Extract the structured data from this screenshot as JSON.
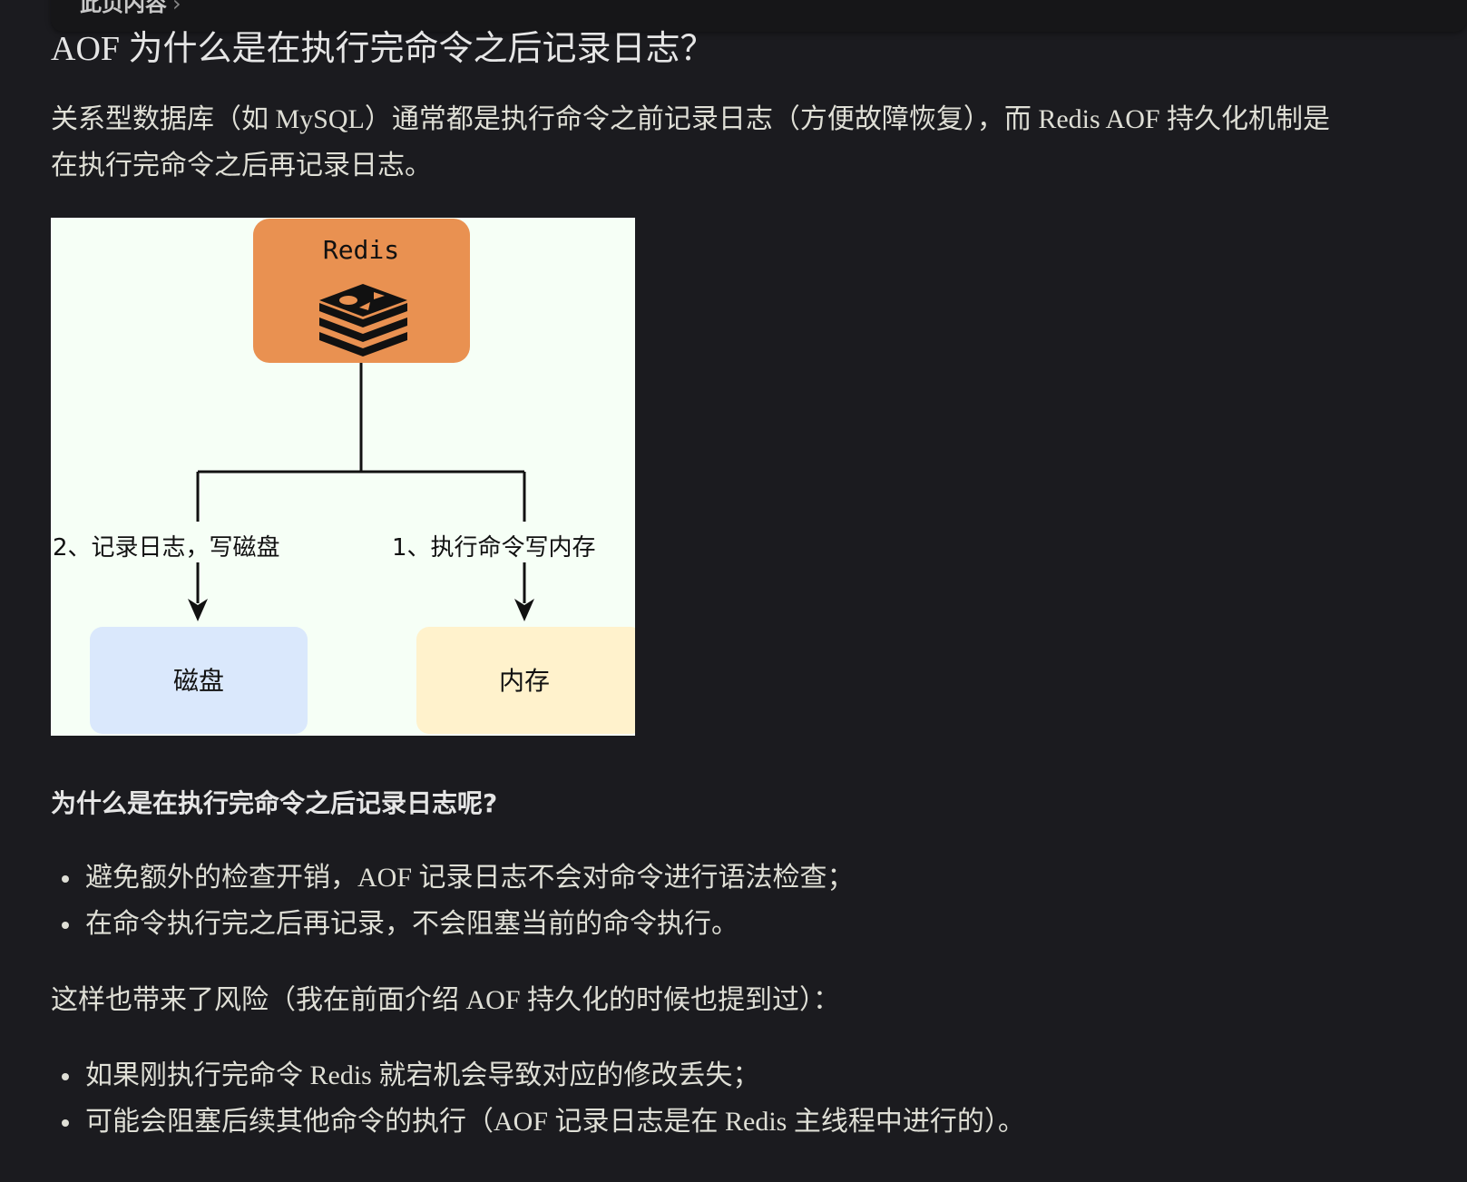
{
  "topbar": {
    "label": "此页内容",
    "chevron": "›"
  },
  "heading": "AOF 为什么是在执行完命令之后记录日志？",
  "intro": [
    "关系型数据库（如 MySQL）通常都是执行命令之前记录日志（方便故障恢复），而 Redis AOF 持久化机制是",
    "在执行完命令之后再记录日志。"
  ],
  "diagram": {
    "top_box": "Redis",
    "left_edge_label": "2、记录日志，写磁盘",
    "right_edge_label": "1、执行命令写内存",
    "left_box": "磁盘",
    "right_box": "内存",
    "colors": {
      "redis": "#e99151",
      "disk": "#dae8fc",
      "memory": "#fff2cc",
      "background": "#f6fff6"
    }
  },
  "subheading": "为什么是在执行完命令之后记录日志呢?",
  "reasons": [
    "避免额外的检查开销，AOF 记录日志不会对命令进行语法检查；",
    "在命令执行完之后再记录，不会阻塞当前的命令执行。"
  ],
  "risk_intro": "这样也带来了风险（我在前面介绍 AOF 持久化的时候也提到过）：",
  "risks": [
    "如果刚执行完命令 Redis 就宕机会导致对应的修改丢失；",
    "可能会阻塞后续其他命令的执行（AOF 记录日志是在 Redis 主线程中进行的）。"
  ]
}
